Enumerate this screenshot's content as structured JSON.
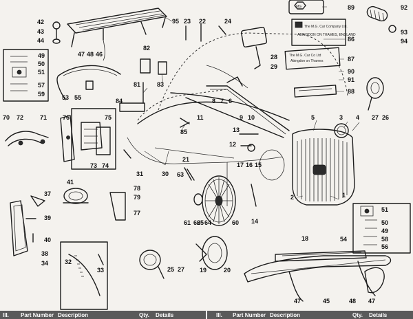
{
  "diagram": {
    "labels": [
      "1",
      "2",
      "3",
      "4",
      "5",
      "6",
      "7",
      "8",
      "9",
      "10",
      "11",
      "12",
      "13",
      "14",
      "15",
      "16",
      "17",
      "18",
      "19",
      "20",
      "21",
      "22",
      "23",
      "24",
      "25",
      "26",
      "27",
      "28",
      "29",
      "30",
      "31",
      "32",
      "33",
      "34",
      "37",
      "38",
      "39",
      "40",
      "41",
      "42",
      "43",
      "44",
      "45",
      "46",
      "47",
      "48",
      "49",
      "50",
      "51",
      "53",
      "54",
      "55",
      "56",
      "57",
      "58",
      "59",
      "60",
      "61",
      "62",
      "63",
      "64",
      "65",
      "70",
      "71",
      "72",
      "73",
      "74",
      "75",
      "76",
      "77",
      "78",
      "79",
      "81",
      "82",
      "83",
      "84",
      "85",
      "86",
      "87",
      "88",
      "89",
      "90",
      "91",
      "92",
      "93",
      "94",
      "95"
    ]
  },
  "plates": {
    "mg_badge": "MG",
    "plate_86_title": "The M.G. Car Company Ltd.",
    "plate_86_sub": "ABINGDON ON THAMES, ENGLAND",
    "plate_87_title": "The M.G. Car Co Ltd",
    "plate_87_sub": "Abingdon on Thames"
  },
  "table_header": {
    "left": {
      "ill": "Ill.",
      "part_number": "Part Number",
      "description": "Description",
      "qty": "Qty.",
      "details": "Details"
    },
    "right": {
      "ill": "Ill.",
      "part_number": "Part Number",
      "description": "Description",
      "qty": "Qty.",
      "details": "Details"
    }
  }
}
